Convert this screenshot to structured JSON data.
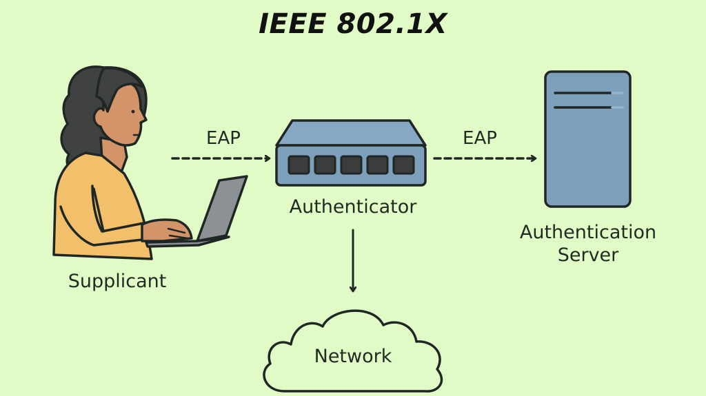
{
  "title": "IEEE 802.1X",
  "nodes": {
    "supplicant": {
      "label": "Supplicant",
      "icon": "person-with-laptop-icon"
    },
    "authenticator": {
      "label": "Authenticator",
      "icon": "network-switch-icon",
      "port_count": 5
    },
    "server": {
      "label_line1": "Authentication",
      "label_line2": "Server",
      "icon": "server-tower-icon"
    },
    "network": {
      "label": "Network",
      "icon": "cloud-icon"
    }
  },
  "edges": [
    {
      "from": "supplicant",
      "to": "authenticator",
      "label": "EAP",
      "style": "dashed"
    },
    {
      "from": "authenticator",
      "to": "server",
      "label": "EAP",
      "style": "dashed"
    },
    {
      "from": "authenticator",
      "to": "network",
      "label": "",
      "style": "solid"
    }
  ],
  "colors": {
    "background": "#e1fbc6",
    "device_blue": "#7c9fba",
    "device_top": "#86a8c2",
    "shirt": "#f2c06a",
    "skin": "#d4946a",
    "hair": "#3f4240",
    "laptop": "#8c9196",
    "outline": "#1f2624"
  }
}
